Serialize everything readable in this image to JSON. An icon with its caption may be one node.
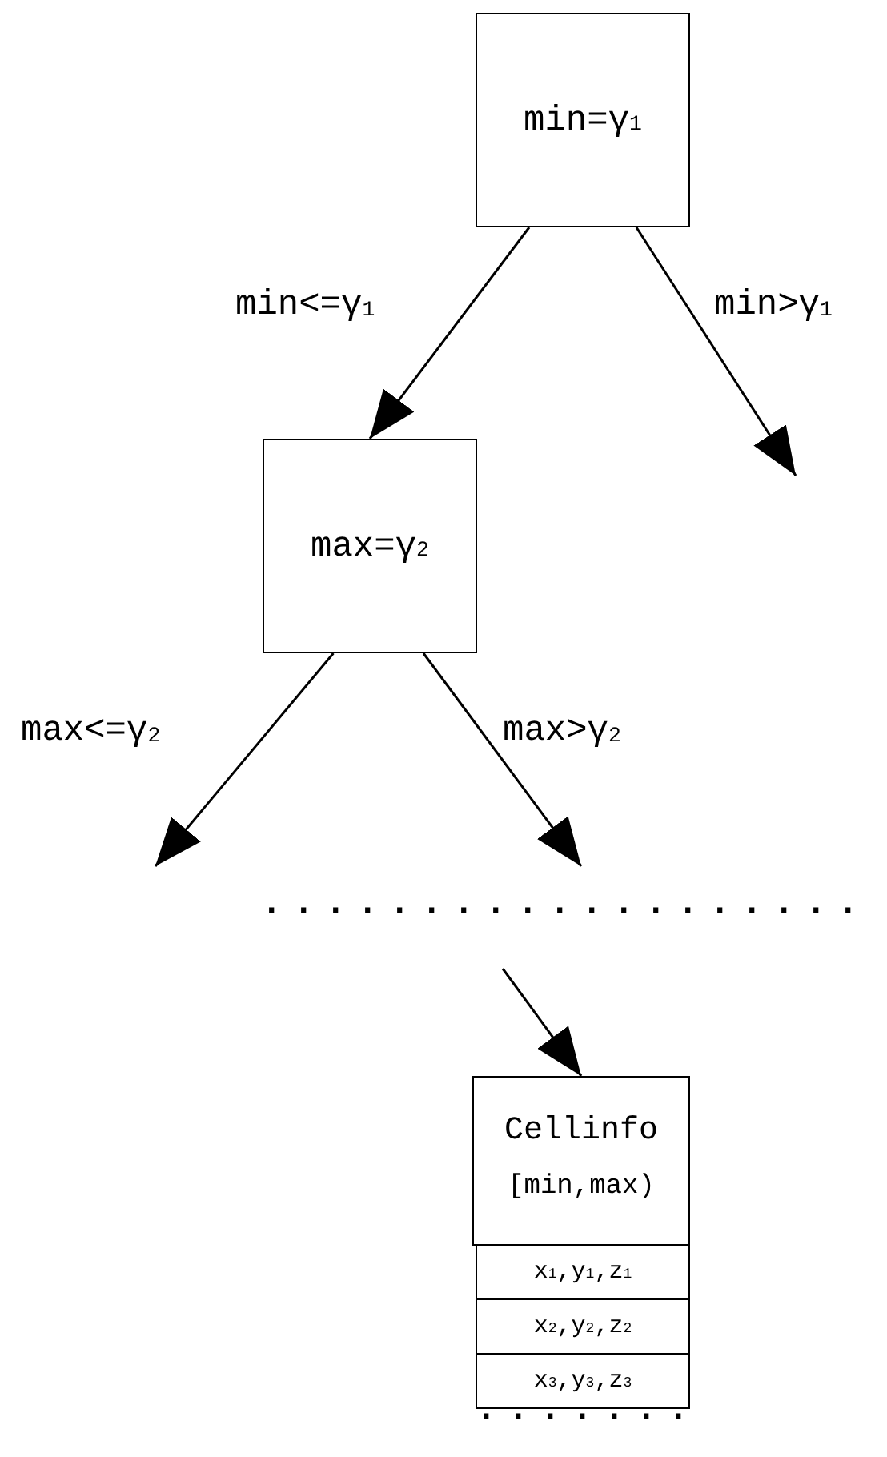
{
  "diagram": {
    "nodes": [
      {
        "text": [
          "min=γ$_{1}$"
        ]
      },
      {
        "text": [
          "max=γ$_{2}$"
        ]
      },
      {
        "text": [
          "Cellinfo",
          "[min,max)"
        ]
      },
      {
        "text": [
          "x$_{1}$,y$_{1}$,z$_{1}$"
        ]
      },
      {
        "text": [
          "x$_{2}$,y$_{2}$,z$_{2}$"
        ]
      },
      {
        "text": [
          "x$_{3}$,y$_{3}$,z$_{3}$"
        ]
      }
    ],
    "edges": [
      {
        "from": 0,
        "to": 1,
        "arrow": "to",
        "label": "min<=γ$_{1}$"
      },
      {
        "from": 0,
        "to": null,
        "arrow": "to",
        "label": "min>γ$_{1}$"
      },
      {
        "from": 1,
        "to": null,
        "arrow": "to",
        "label": "max<=γ$_{2}$"
      },
      {
        "from": 1,
        "to": null,
        "arrow": "to",
        "label": "max>γ$_{2}$"
      },
      {
        "from": null,
        "to": 2,
        "arrow": "to"
      }
    ],
    "labels": [
      "...................",
      "......."
    ]
  }
}
